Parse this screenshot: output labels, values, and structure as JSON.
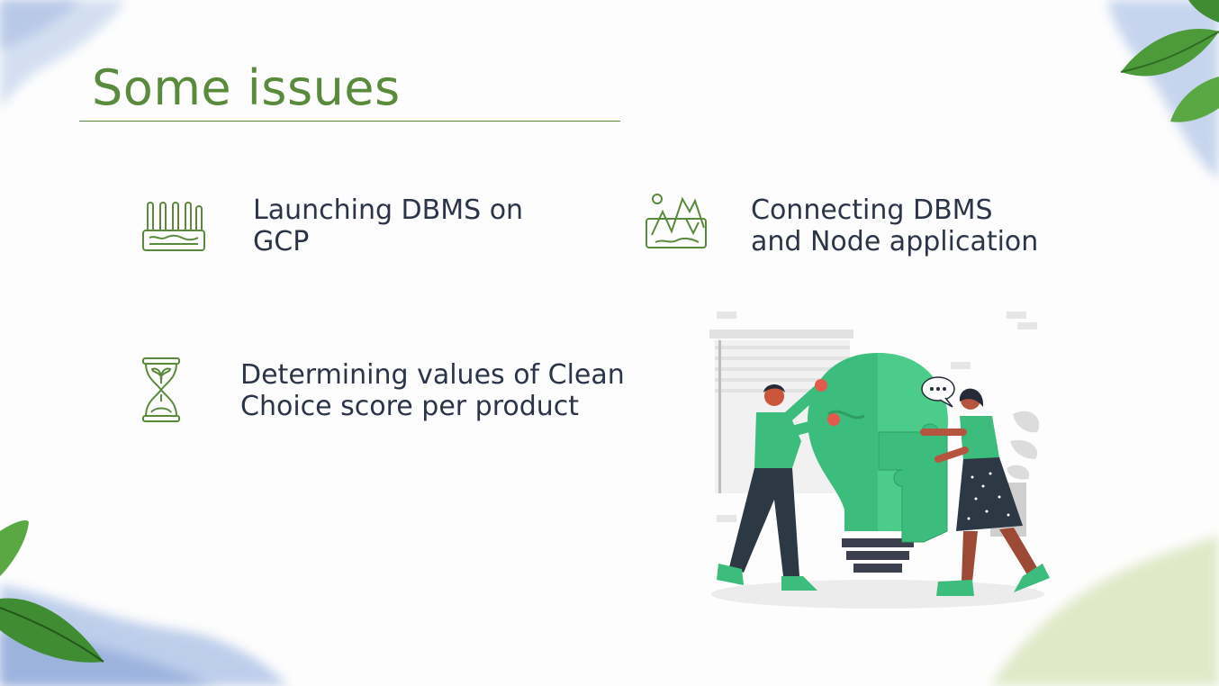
{
  "slide": {
    "title": "Some issues"
  },
  "issues": [
    {
      "text": "Launching DBMS on\nGCP",
      "icon": "server-icon"
    },
    {
      "text": "Connecting DBMS\nand Node application",
      "icon": "landscape-chart-icon"
    },
    {
      "text": "Determining values of Clean\nChoice score per product",
      "icon": "hourglass-plant-icon"
    }
  ],
  "colors": {
    "accent": "#5a8a3c",
    "text": "#2c3548",
    "illustration_green": "#3dbd7d"
  }
}
